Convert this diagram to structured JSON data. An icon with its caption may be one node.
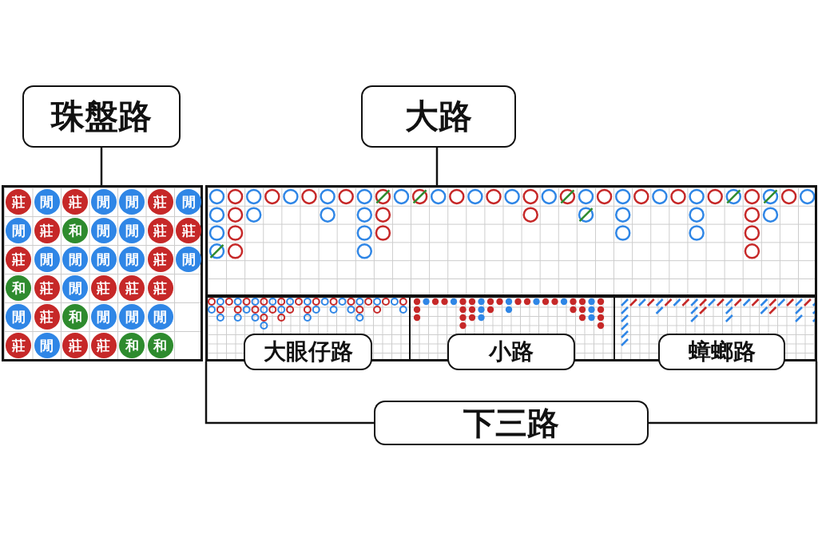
{
  "diagram": {
    "nodes": [
      {
        "text": [
          "珠盤路"
        ]
      },
      {
        "text": [],
        "shape": "box"
      },
      {
        "text": [
          "大路"
        ]
      },
      {
        "text": [],
        "shape": "box"
      },
      {
        "text": [],
        "shape": "box"
      },
      {
        "text": [
          "大眼仔路"
        ]
      },
      {
        "text": [
          "小路"
        ]
      },
      {
        "text": [
          "蟑螂路"
        ]
      },
      {
        "text": [
          "下三路"
        ]
      }
    ],
    "edges": [
      {
        "from": 0,
        "to": 1,
        "arrow": "none"
      },
      {
        "from": 2,
        "to": 3,
        "arrow": "none"
      },
      {
        "from": 8,
        "to": 4,
        "arrow": "none"
      },
      {
        "from": 8,
        "to": 4,
        "arrow": "none"
      }
    ],
    "labels": [
      "莊",
      "閒",
      "莊",
      "閒",
      "閒",
      "莊",
      "閒",
      "閒",
      "莊",
      "和",
      "閒",
      "閒",
      "莊",
      "莊",
      "莊",
      "閒",
      "閒",
      "閒",
      "閒",
      "莊",
      "閒",
      "和",
      "莊",
      "閒",
      "莊",
      "莊",
      "莊",
      "閒",
      "莊",
      "和",
      "閒",
      "閒",
      "閒",
      "莊",
      "閒",
      "莊",
      "莊",
      "和",
      "和"
    ]
  }
}
